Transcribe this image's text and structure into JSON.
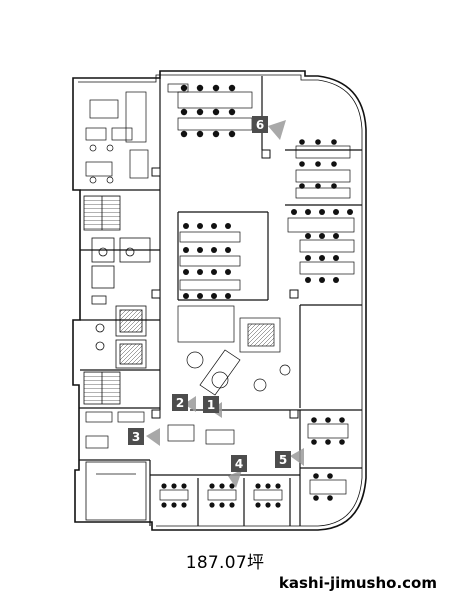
{
  "floor_area": "187.07坪",
  "site": "kashi-jimusho.com",
  "markers": [
    "1",
    "2",
    "3",
    "4",
    "5",
    "6"
  ],
  "colors": {
    "line": "#111111",
    "marker_bg": "#4d4d4d",
    "marker_text": "#ffffff",
    "cone": "#9a9a9a"
  }
}
